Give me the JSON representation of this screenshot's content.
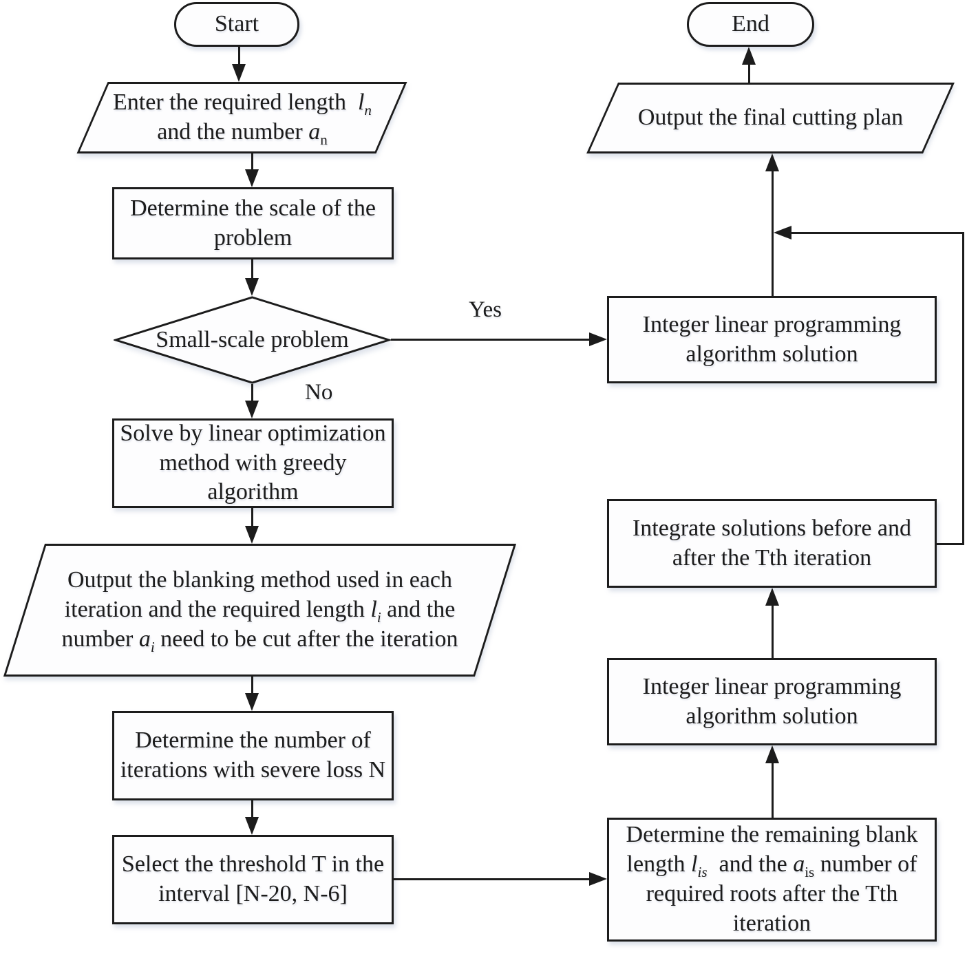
{
  "figure": {
    "background_color": "#ffffff",
    "line_color": "#1c1c1c",
    "shape_fill_color": "#fdfdfe",
    "text_color": "#1c1c1c"
  },
  "nodes": {
    "start": {
      "type": "terminal",
      "label_html": "Start"
    },
    "enter_required": {
      "type": "input",
      "label_html": "Enter the required length&nbsp; <i>l</i><sub><i>n</i></sub><br>and the number <i>a</i><sub>n</sub>"
    },
    "determine_scale": {
      "type": "process",
      "label_html": "Determine the scale of the<br>problem"
    },
    "small_scale": {
      "type": "decision",
      "label_html": "Small-scale problem"
    },
    "solve_greedy": {
      "type": "process",
      "label_html": "Solve by linear optimization<br>method with greedy<br>algorithm"
    },
    "output_blanking": {
      "type": "output",
      "label_html": "Output the blanking method used in each<br>iteration and the required length <i>l</i><sub><i>i</i></sub> and the<br>number <i>a</i><sub><i>i</i></sub> need to be cut after the iteration"
    },
    "determine_iterations": {
      "type": "process",
      "label_html": "Determine the number of<br>iterations with severe loss N"
    },
    "select_threshold": {
      "type": "process",
      "label_html": "Select the threshold T in the<br>interval [N-20, N-6]"
    },
    "determine_remaining": {
      "type": "process",
      "label_html": "Determine the remaining blank<br>length <i>l</i><sub><i>is</i></sub>&nbsp; and the <i>a</i><sub>is</sub> number of<br>required roots after the Tth<br>iteration"
    },
    "ilp_bottom": {
      "type": "process",
      "label_html": "Integer linear programming<br>algorithm solution"
    },
    "integrate": {
      "type": "process",
      "label_html": "Integrate solutions before and<br>after the Tth iteration"
    },
    "ilp_top": {
      "type": "process",
      "label_html": "Integer linear programming<br>algorithm solution"
    },
    "output_final": {
      "type": "output",
      "label_html": "Output the final cutting plan"
    },
    "end": {
      "type": "terminal",
      "label_html": "End"
    }
  },
  "edge_labels": {
    "yes": "Yes",
    "no": "No"
  }
}
